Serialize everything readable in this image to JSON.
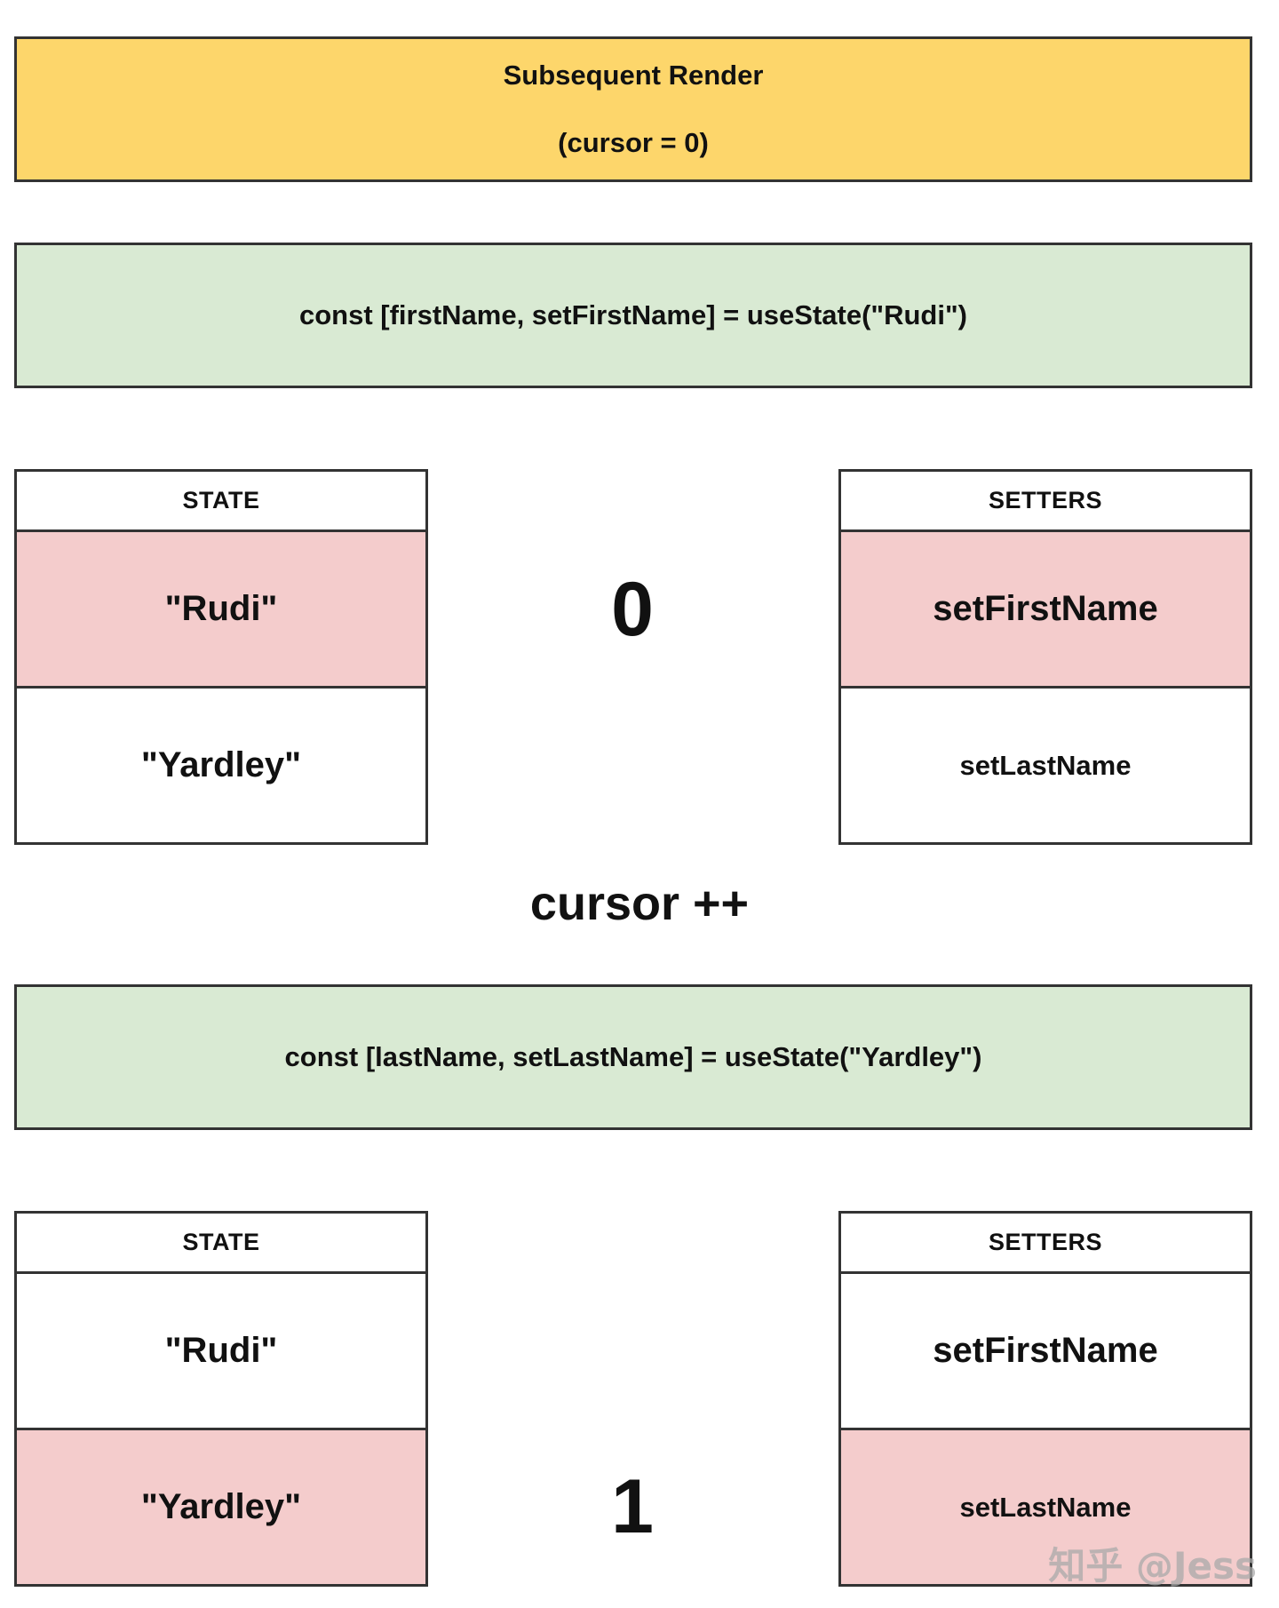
{
  "header": {
    "title": "Subsequent Render",
    "subtitle": "(cursor = 0)"
  },
  "code_lines": [
    "const [firstName, setFirstName] = useState(\"Rudi\")",
    "const [lastName, setLastName] = useState(\"Yardley\")"
  ],
  "step1": {
    "state_header": "STATE",
    "state_values": [
      "\"Rudi\"",
      "\"Yardley\""
    ],
    "setters_header": "SETTERS",
    "setter_values": [
      "setFirstName",
      "setLastName"
    ],
    "cursor_index": "0",
    "highlighted_row": 0
  },
  "cursor_increment": "cursor ++",
  "step2": {
    "state_header": "STATE",
    "state_values": [
      "\"Rudi\"",
      "\"Yardley\""
    ],
    "setters_header": "SETTERS",
    "setter_values": [
      "setFirstName",
      "setLastName"
    ],
    "cursor_index": "1",
    "highlighted_row": 1
  },
  "colors": {
    "header_bg": "#fdd66b",
    "code_bg": "#d9ead3",
    "highlight_bg": "#f4cccc",
    "border": "#333333"
  },
  "watermark": "知乎 @Jess"
}
